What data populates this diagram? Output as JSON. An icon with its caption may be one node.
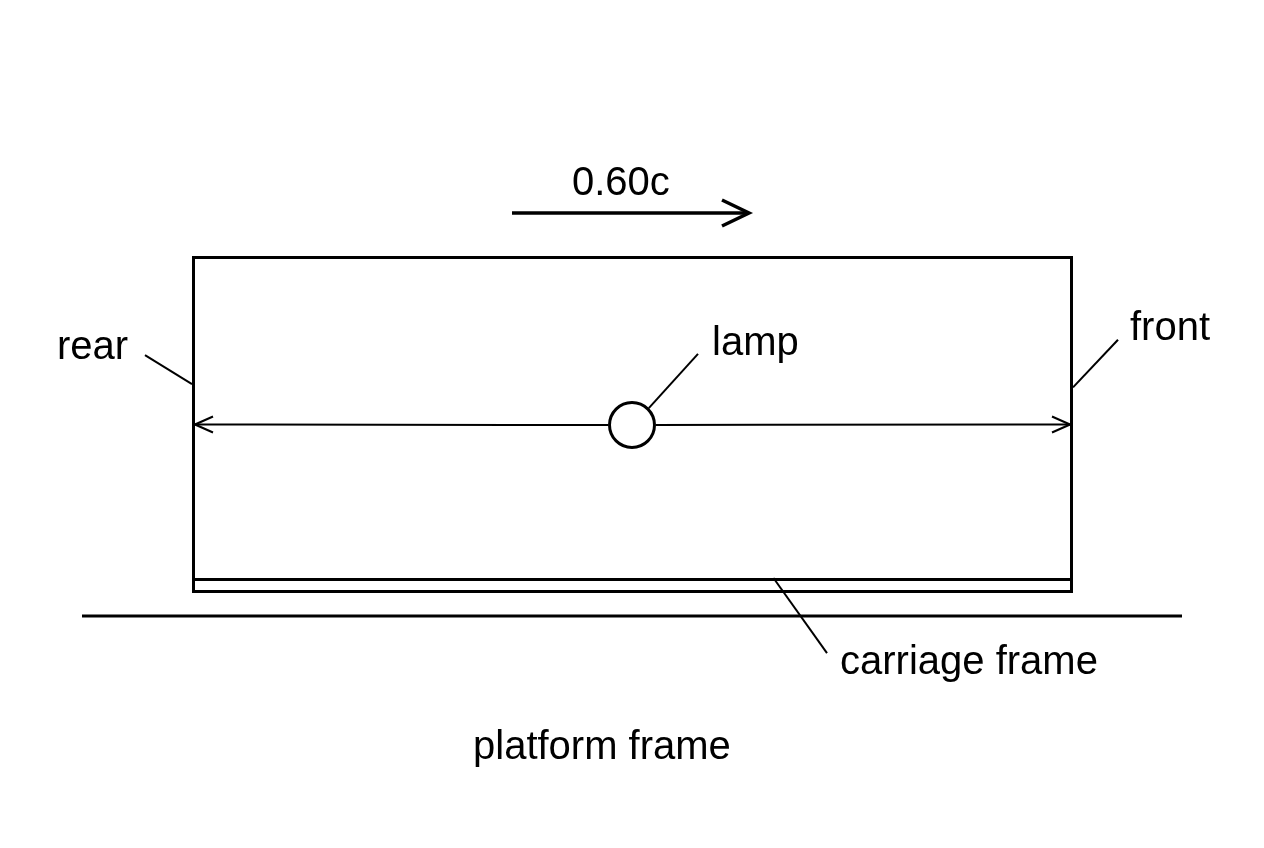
{
  "diagram": {
    "nodes": [
      {
        "text": [
          "rear"
        ]
      },
      {
        "text": [],
        "shape": "box"
      },
      {
        "text": [
          "lamp"
        ],
        "in": 1
      },
      {
        "text": [],
        "shape": "circle",
        "in": 1
      },
      {
        "text": [
          "front"
        ]
      },
      {
        "text": [],
        "shape": "bar",
        "in": 1
      },
      {
        "text": [
          "carriage frame"
        ]
      }
    ],
    "edges": [
      {
        "from": 0,
        "to": 1,
        "arrow": "none"
      },
      {
        "from": 2,
        "to": 3,
        "arrow": "none"
      },
      {
        "from": 4,
        "to": 1,
        "arrow": "none"
      },
      {
        "from": 6,
        "to": 5,
        "arrow": "none"
      },
      {
        "from": 3,
        "to": 1,
        "arrow": "to"
      },
      {
        "from": 3,
        "to": 1,
        "arrow": "to"
      }
    ],
    "labels": [
      "0.60c",
      "platform frame"
    ]
  }
}
